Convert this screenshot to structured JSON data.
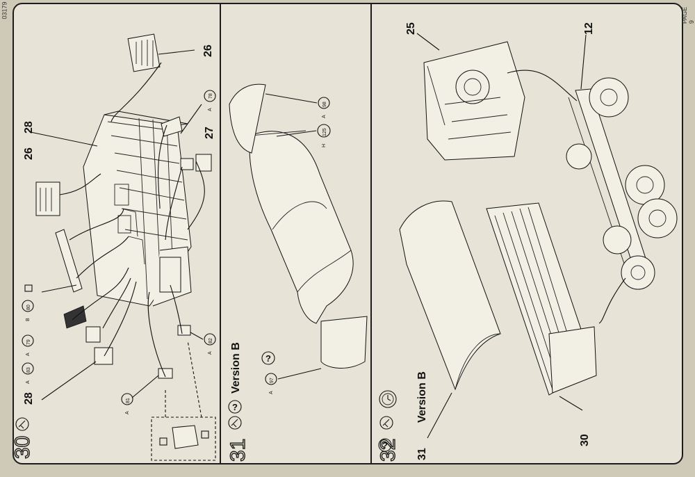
{
  "document": {
    "edge_code": "03179",
    "page_label": "PAGE 9"
  },
  "panels": {
    "step30": {
      "step_number": "30",
      "labels": {
        "p26_top": "26",
        "p26_left": "26",
        "p28_top": "28",
        "p27": "27",
        "p28_bottom": "28"
      },
      "callouts": {
        "a78_letter": "A",
        "a78_num": "78",
        "b80_letter": "B",
        "b80_num": "80",
        "a79_letter": "A",
        "a79_num": "79",
        "a83_letter": "A",
        "a83_num": "83",
        "a82_letter": "A",
        "a82_num": "82",
        "a81_letter": "A",
        "a81_num": "81"
      }
    },
    "step31": {
      "step_number": "31",
      "version_label": "Version B",
      "question_mark": "?",
      "callouts": {
        "a98_letter": "A",
        "a98_num": "98",
        "h125_letter": "H",
        "h125_num": "125",
        "a97_letter": "A",
        "a97_num": "97"
      }
    },
    "step32": {
      "step_number": "32",
      "version_ref_number": "31",
      "version_label": "Version B",
      "question_mark": "?",
      "labels": {
        "p25": "25",
        "p12": "12",
        "p30": "30"
      }
    }
  }
}
